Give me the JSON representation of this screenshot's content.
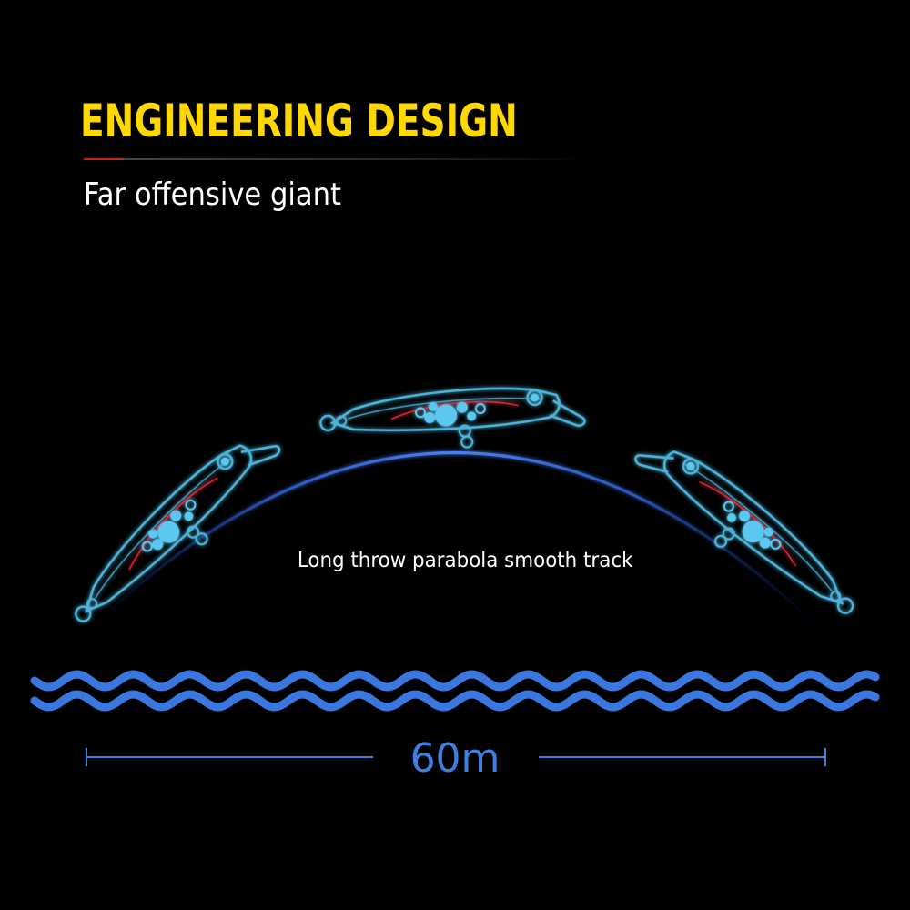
{
  "heading": {
    "title": "ENGINEERING DESIGN",
    "subtitle": "Far offensive giant"
  },
  "diagram": {
    "track_label": "Long throw parabola smooth track",
    "distance_label": "60m"
  },
  "colors": {
    "title": "#ffd800",
    "accent_rule": "#c8231e",
    "lure_outline": "#4fb3d9",
    "lure_beads": "#5cc8f0",
    "lure_line": "#e0283a",
    "wave": "#3a78e0",
    "arc": "#3a6fd8",
    "distance": "#3f7fe0"
  },
  "icons": [
    "fishing-lure-icon",
    "fishing-lure-icon",
    "fishing-lure-icon",
    "wave-icon"
  ]
}
